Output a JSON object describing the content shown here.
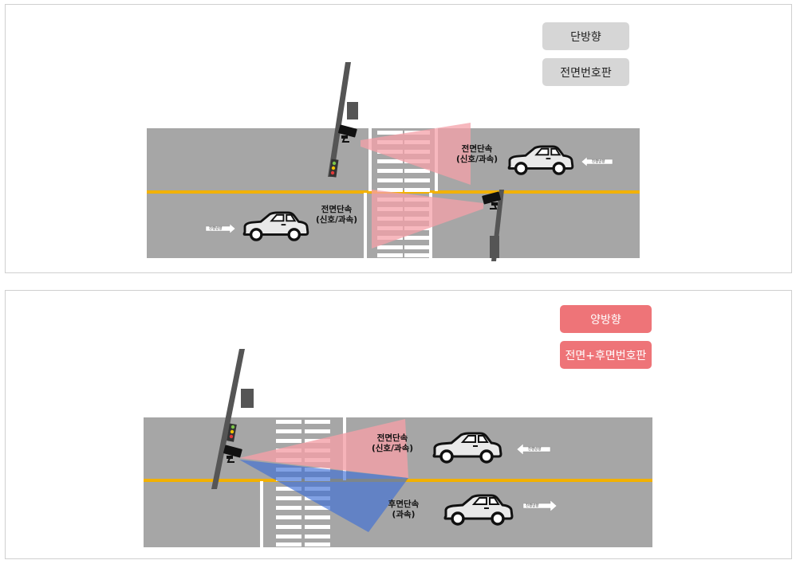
{
  "top": {
    "tags": {
      "direction": "단방향",
      "plate": "전면번호판"
    },
    "enforce_upper": [
      "전면단속",
      "(신호/과속)"
    ],
    "enforce_lower": [
      "전면단속",
      "(신호/과속)"
    ],
    "arrow_text": "진행방향"
  },
  "bottom": {
    "tags": {
      "direction": "양방향",
      "plate": "전면+후면번호판"
    },
    "enforce_front": [
      "전면단속",
      "(신호/과속)"
    ],
    "enforce_rear": [
      "후면단속",
      "(과속)"
    ],
    "arrow_text": "진행방향"
  },
  "colors": {
    "tag_gray": "#d6d6d6",
    "tag_red": "#ee7478",
    "road": "#a6a6a6",
    "center_line": "#f2b100",
    "front_beam": "#f4a0a8",
    "rear_beam": "#3d6fd6"
  }
}
